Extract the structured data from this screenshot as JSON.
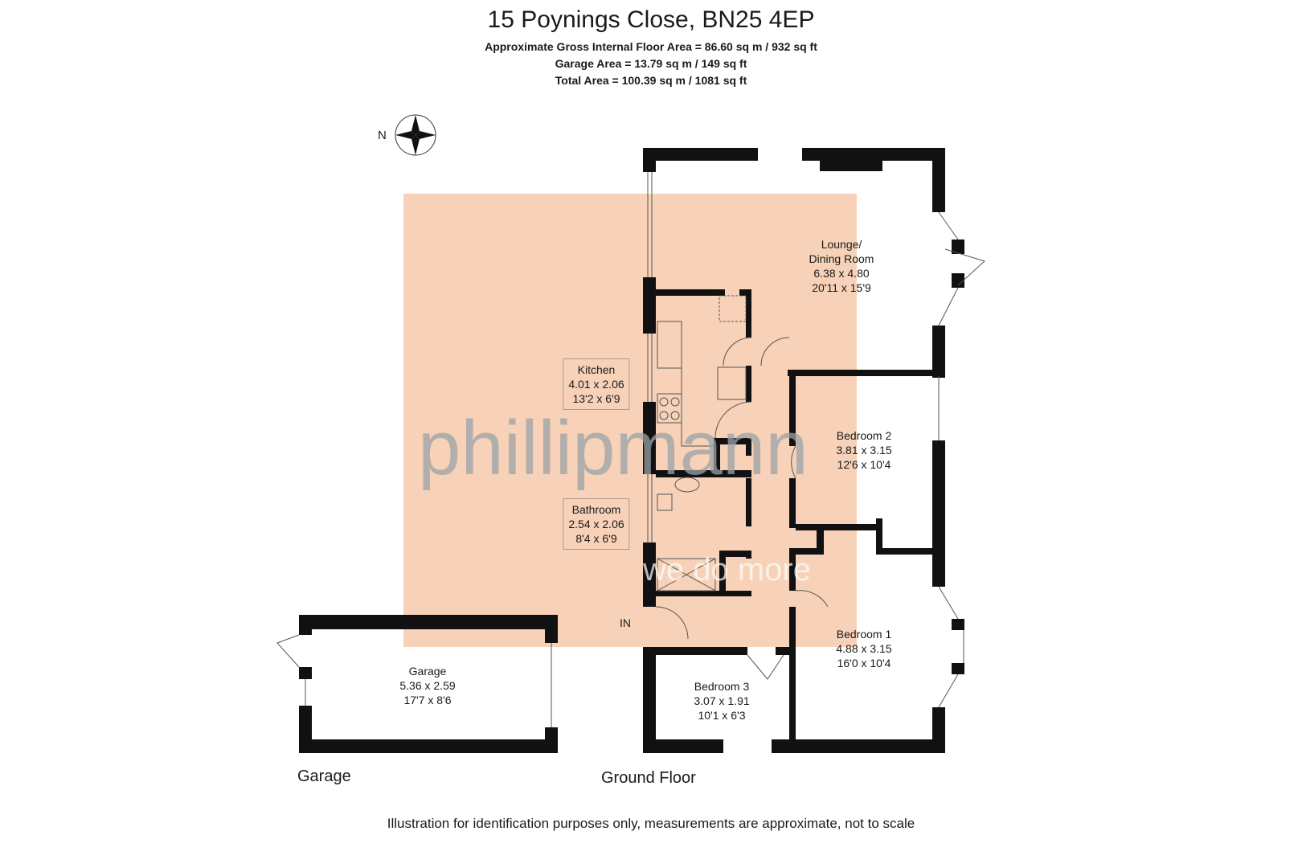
{
  "header": {
    "title": "15 Poynings Close, BN25 4EP",
    "gross_area": "Approximate Gross Internal Floor Area = 86.60 sq m / 932 sq ft",
    "garage_area": "Garage Area = 13.79 sq m / 149 sq ft",
    "total_area": "Total Area = 100.39 sq m / 1081 sq ft"
  },
  "compass": {
    "label": "N"
  },
  "rooms": [
    {
      "name": "Lounge/",
      "name2": "Dining Room",
      "metric": "6.38 x 4.80",
      "imperial": "20'11 x 15'9"
    },
    {
      "name": "Kitchen",
      "metric": "4.01 x 2.06",
      "imperial": "13'2 x 6'9"
    },
    {
      "name": "Bedroom 2",
      "metric": "3.81 x 3.15",
      "imperial": "12'6 x 10'4"
    },
    {
      "name": "Bathroom",
      "metric": "2.54 x 2.06",
      "imperial": "8'4 x 6'9"
    },
    {
      "name": "Bedroom 1",
      "metric": "4.88 x 3.15",
      "imperial": "16'0 x 10'4"
    },
    {
      "name": "Bedroom 3",
      "metric": "3.07 x 1.91",
      "imperial": "10'1 x 6'3"
    },
    {
      "name": "Garage",
      "metric": "5.36 x 2.59",
      "imperial": "17'7 x 8'6"
    }
  ],
  "entry_label": "IN",
  "floor_labels": {
    "garage": "Garage",
    "ground": "Ground Floor"
  },
  "watermark": {
    "brand": "phillipmann",
    "tagline": "we do more"
  },
  "footer": "Illustration for identification purposes only, measurements are approximate, not to scale",
  "colors": {
    "wall": "#111111",
    "overlay": "#f6c9ab",
    "watermark": "#9aa3a8"
  }
}
